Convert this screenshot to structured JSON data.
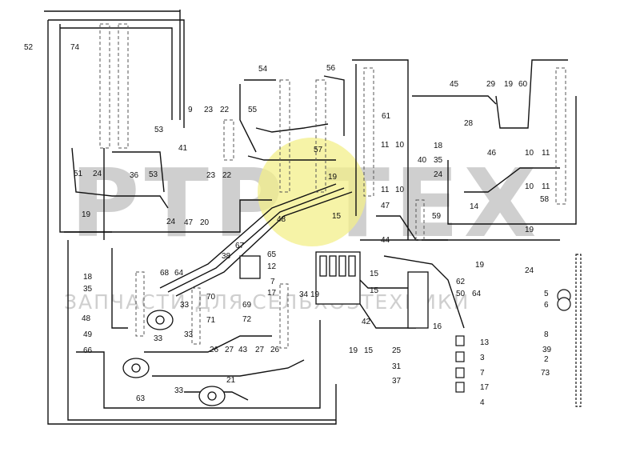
{
  "watermark": {
    "brand": "РТР ТЕХ",
    "tagline": "ЗАПЧАСТИ ДЛЯ СЕЛЬХОЗТЕХНИКИ"
  },
  "callouts": [
    "52",
    "74",
    "53",
    "51",
    "24",
    "36",
    "53",
    "19",
    "24",
    "47",
    "20",
    "9",
    "23",
    "22",
    "41",
    "23",
    "22",
    "54",
    "56",
    "55",
    "57",
    "19",
    "61",
    "45",
    "29",
    "19",
    "60",
    "28",
    "18",
    "46",
    "10",
    "11",
    "11",
    "10",
    "40",
    "35",
    "24",
    "11",
    "10",
    "10",
    "11",
    "58",
    "14",
    "59",
    "19",
    "19",
    "24",
    "47",
    "48",
    "15",
    "44",
    "68",
    "64",
    "38",
    "67",
    "12",
    "65",
    "18",
    "35",
    "33",
    "70",
    "69",
    "72",
    "71",
    "7",
    "17",
    "34",
    "19",
    "15",
    "15",
    "62",
    "50",
    "64",
    "48",
    "49",
    "33",
    "26",
    "27",
    "43",
    "27",
    "26",
    "42",
    "16",
    "66",
    "33",
    "19",
    "15",
    "25",
    "31",
    "37",
    "13",
    "3",
    "7",
    "17",
    "4",
    "21",
    "33",
    "63",
    "5",
    "6",
    "8",
    "39",
    "2",
    "73"
  ]
}
